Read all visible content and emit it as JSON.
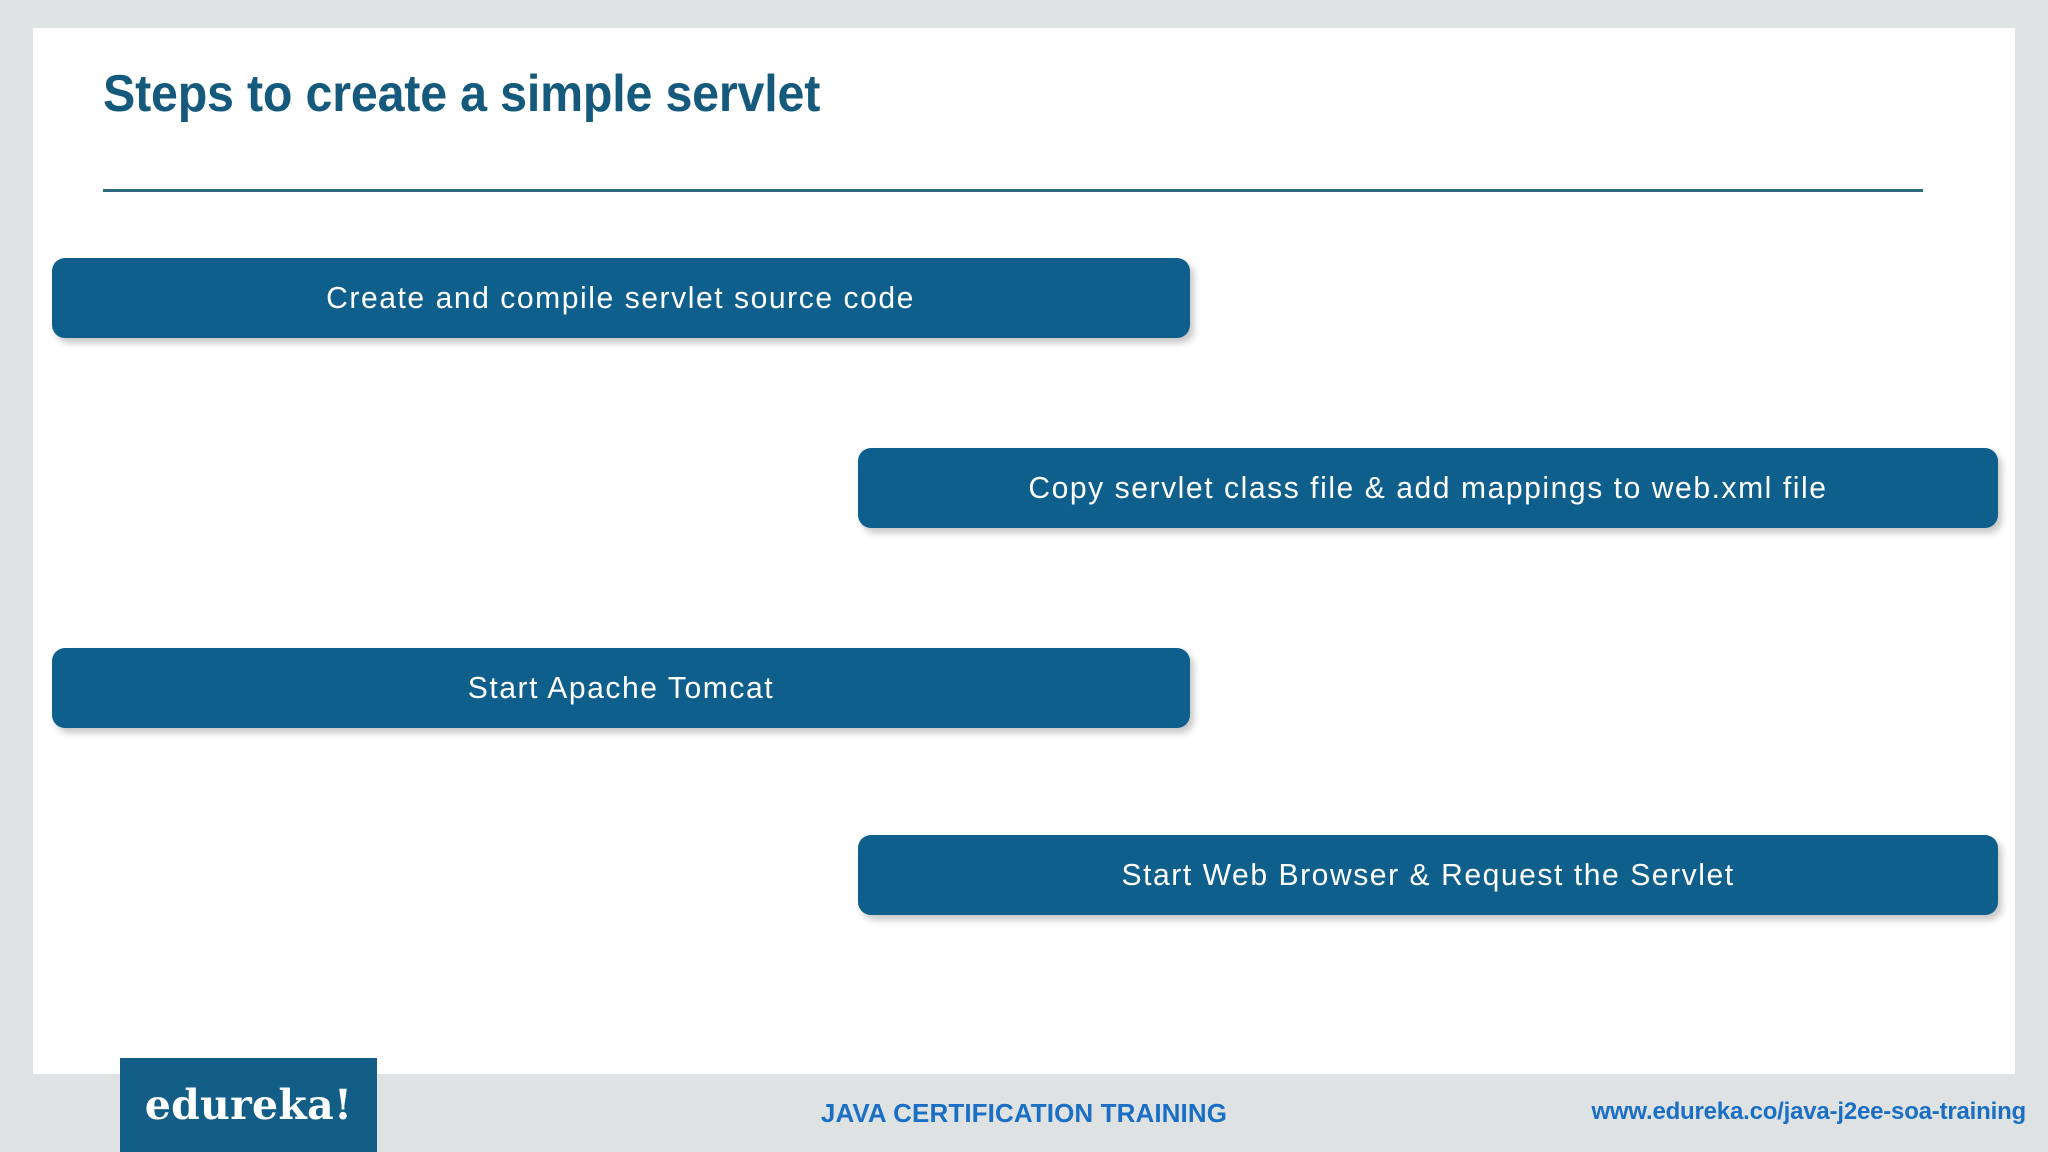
{
  "slide": {
    "title": "Steps to create a simple servlet",
    "background_color": "#e0e3e3",
    "canvas_color": "#ffffff",
    "title_color": "#15597d",
    "rule_color": "#2e6b80",
    "box_color": "#0f5f8c",
    "box_text_color": "#ffffff",
    "footer_band_color": "#dfe2e2",
    "footer_link_color": "#1a6fc4"
  },
  "steps": [
    {
      "index": 1,
      "label": "Create and compile servlet source code"
    },
    {
      "index": 2,
      "label": "Copy servlet class file & add mappings to web.xml file"
    },
    {
      "index": 3,
      "label": "Start Apache Tomcat"
    },
    {
      "index": 4,
      "label": "Start Web Browser & Request the Servlet"
    }
  ],
  "footer": {
    "logo_text": "edureka!",
    "course_title": "JAVA CERTIFICATION TRAINING",
    "url": "www.edureka.co/java-j2ee-soa-training"
  }
}
